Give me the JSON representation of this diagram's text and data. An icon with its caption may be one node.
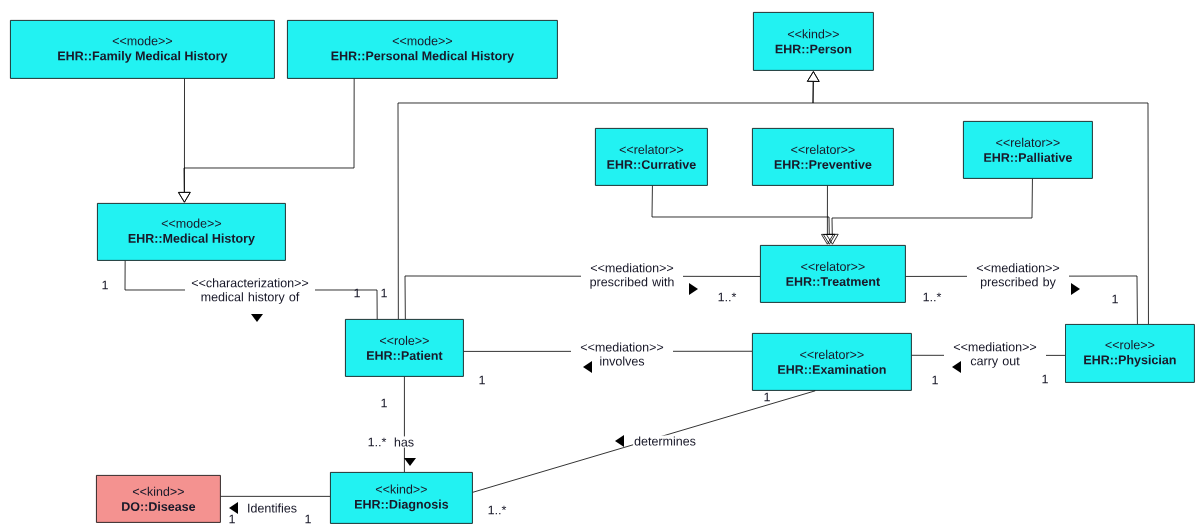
{
  "diagram": {
    "nodes": [
      {
        "text": [
          "<<mode>>",
          "EHR::Family Medical History"
        ]
      },
      {
        "text": [
          "<<mode>>",
          "EHR::Personal Medical History"
        ]
      },
      {
        "text": [
          "<<kind>>",
          "EHR::Person"
        ]
      },
      {
        "text": [
          "<<mode>>",
          "EHR::Medical History"
        ]
      },
      {
        "text": [
          "<<relator>>",
          "EHR::Currative"
        ]
      },
      {
        "text": [
          "<<relator>>",
          "EHR::Preventive"
        ]
      },
      {
        "text": [
          "<<relator>>",
          "EHR::Palliative"
        ]
      },
      {
        "text": [
          "<<relator>>",
          "EHR::Treatment"
        ]
      },
      {
        "text": [
          "<<role>>",
          "EHR::Patient"
        ]
      },
      {
        "text": [
          "<<relator>>",
          "EHR::Examination"
        ]
      },
      {
        "text": [
          "<<role>>",
          "EHR::Physician"
        ]
      },
      {
        "text": [
          "<<kind>>",
          "DO::Disease"
        ]
      },
      {
        "text": [
          "<<kind>>",
          "EHR::Diagnosis"
        ]
      }
    ],
    "edges": [
      {
        "from": 0,
        "to": 3,
        "arrow": "to"
      },
      {
        "from": 1,
        "to": 3,
        "arrow": "to"
      },
      {
        "from": 4,
        "to": 7,
        "arrow": "to"
      },
      {
        "from": 5,
        "to": 7,
        "arrow": "to"
      },
      {
        "from": 6,
        "to": 7,
        "arrow": "to"
      },
      {
        "from": 8,
        "to": 2,
        "arrow": "to"
      },
      {
        "from": 10,
        "to": 2,
        "arrow": "to"
      },
      {
        "from": 3,
        "to": 8,
        "arrow": "none",
        "label": "<<characterization>> medical history of"
      },
      {
        "from": 8,
        "to": 7,
        "arrow": "none",
        "label": "<<mediation>> prescribed with"
      },
      {
        "from": 7,
        "to": 10,
        "arrow": "none",
        "label": "<<mediation>> prescribed by"
      },
      {
        "from": 8,
        "to": 9,
        "arrow": "none",
        "label": "<<mediation>> involves"
      },
      {
        "from": 9,
        "to": 10,
        "arrow": "none",
        "label": "<<mediation>> carry out"
      },
      {
        "from": 8,
        "to": 12,
        "arrow": "none",
        "label": "has"
      },
      {
        "from": 12,
        "to": 9,
        "arrow": "none",
        "label": "determines"
      },
      {
        "from": 12,
        "to": 11,
        "arrow": "none",
        "label": "Identifies"
      }
    ],
    "labels": [
      "1",
      "1",
      "1",
      "1..*",
      "1..*",
      "1",
      "1",
      "1",
      "1",
      "1",
      "1",
      "1..*",
      "1..*",
      "1",
      "1"
    ]
  }
}
